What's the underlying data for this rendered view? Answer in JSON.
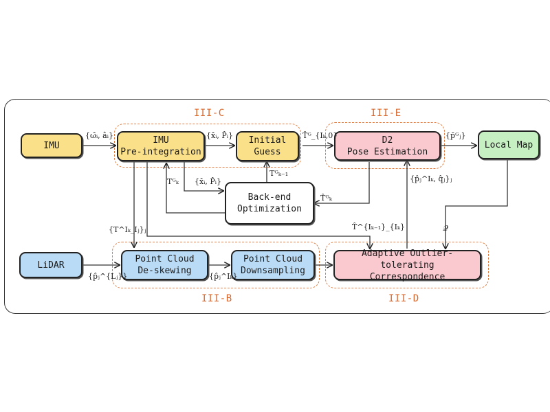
{
  "groups": {
    "c": "III-C",
    "e": "III-E",
    "b": "III-B",
    "d": "III-D"
  },
  "boxes": {
    "imu": "IMU",
    "preint_l1": "IMU",
    "preint_l2": "Pre-integration",
    "guess_l1": "Initial",
    "guess_l2": "Guess",
    "pose_l1": "D2",
    "pose_l2": "Pose Estimation",
    "localmap": "Local Map",
    "backend_l1": "Back-end",
    "backend_l2": "Optimization",
    "lidar": "LiDAR",
    "deskew_l1": "Point Cloud",
    "deskew_l2": "De-skewing",
    "down_l1": "Point Cloud",
    "down_l2": "Downsampling",
    "aotc_l1": "Adaptive Outlier-tolerating",
    "aotc_l2": "Correspondence"
  },
  "edge_labels": {
    "imu_meas": "{ω̂ᵢ, âᵢ}",
    "state_cov": "{x̂ᵢ, P̂ᵢ}",
    "init_pose": "T̂ᴳ_{Iₖ,0}",
    "map_points": "{p̄ᴳⱼ}",
    "tkg_back": "Tᴳₖ",
    "state_cov_back": "{x̂ᵢ, P̂ᵢ}",
    "tk1g": "Tᴳₖ₋₁",
    "tkg_pose": "T̂ᴳₖ",
    "corr": "{p̂ⱼ^Iₖ, q̂ⱼ}ⱼ",
    "rel_pose": "{T^Iₖ_Iⱼ}ⱼ",
    "prev_pose": "T̂^{Iₖ₋₁}_{Iₖ}",
    "q_set": "𝒬",
    "lidar_pts": "{p̂ⱼ^{Lⱼ}}",
    "deskewed_pts": "{p̂ⱼ^Iₖ}"
  }
}
